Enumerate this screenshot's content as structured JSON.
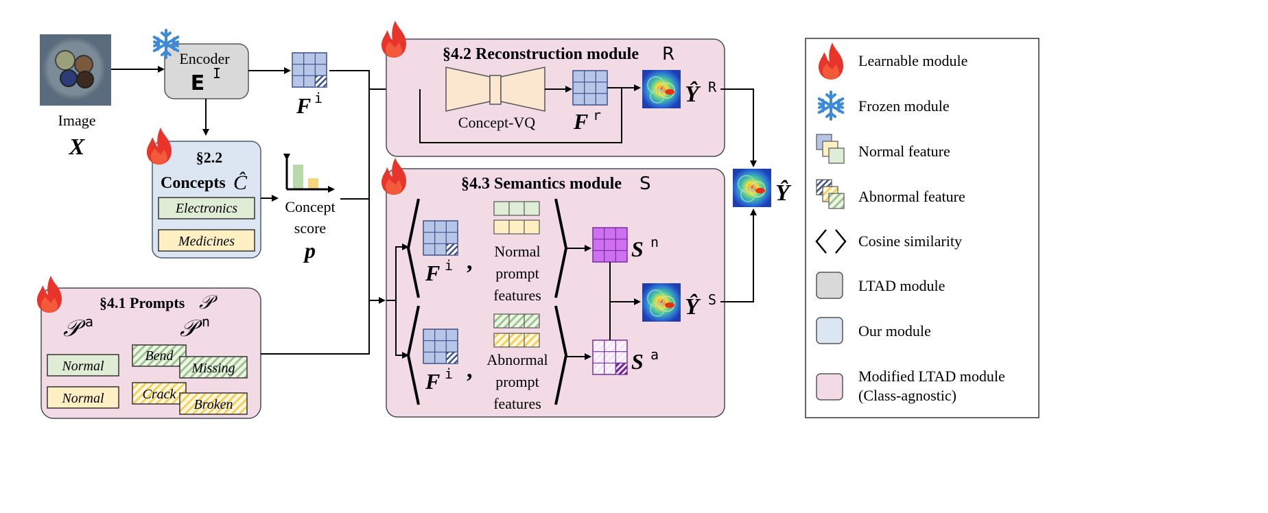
{
  "image": {
    "label": "Image",
    "symbol": "X"
  },
  "encoder": {
    "name": "Encoder",
    "symbol": "E",
    "sup": "I"
  },
  "feature_i": {
    "symbol": "F",
    "sup": "i"
  },
  "concepts": {
    "section": "§2.2",
    "title": "Concepts",
    "symbol": "Ĉ",
    "items": [
      "Electronics",
      "Medicines"
    ]
  },
  "concept_score": {
    "line1": "Concept",
    "line2": "score",
    "symbol": "p"
  },
  "prompts": {
    "title": "§4.1 Prompts",
    "symbol": "𝒫",
    "p_a": {
      "symbol": "𝒫",
      "sup": "a"
    },
    "p_n": {
      "symbol": "𝒫",
      "sup": "n"
    },
    "normal_items": [
      "Normal",
      "Normal"
    ],
    "abnormal_items": [
      "Bend",
      "Missing",
      "Crack",
      "Broken"
    ]
  },
  "reconstruction": {
    "title": "§4.2 Reconstruction module",
    "symbol": "R",
    "vq_label": "Concept-VQ",
    "feat": {
      "symbol": "F",
      "sup": "r"
    },
    "output": {
      "symbol": "Ŷ",
      "sup": "R"
    }
  },
  "semantics": {
    "title": "§4.3 Semantics module",
    "symbol": "S",
    "feat_top": {
      "symbol": "F",
      "sup": "i"
    },
    "feat_bottom": {
      "symbol": "F",
      "sup": "i"
    },
    "comma": ",",
    "normal_prompt": [
      "Normal",
      "prompt",
      "features"
    ],
    "abnormal_prompt": [
      "Abnormal",
      "prompt",
      "features"
    ],
    "s_n": {
      "symbol": "S",
      "sup": "n"
    },
    "s_a": {
      "symbol": "S",
      "sup": "a"
    },
    "output": {
      "symbol": "Ŷ",
      "sup": "S"
    }
  },
  "final_output": {
    "symbol": "Ŷ"
  },
  "legend": [
    {
      "icon": "flame",
      "label": "Learnable module"
    },
    {
      "icon": "snowflake",
      "label": "Frozen module"
    },
    {
      "icon": "normal-feature",
      "label": "Normal feature"
    },
    {
      "icon": "abnormal-feature",
      "label": "Abnormal feature"
    },
    {
      "icon": "cosine",
      "label": "Cosine similarity"
    },
    {
      "icon": "ltad-box",
      "label": "LTAD module"
    },
    {
      "icon": "our-box",
      "label": "Our module"
    },
    {
      "icon": "modified-box",
      "label": "Modified LTAD module",
      "label2": "(Class-agnostic)"
    }
  ],
  "colors": {
    "pink_module": "#f2dbe4",
    "blue_module": "#dce6f2",
    "gray_module": "#d9d9d9",
    "feature_blue": "#b7c6e6",
    "normal_green": "#dfecd6",
    "normal_yellow": "#fff0c4",
    "flame_red": "#e8352b",
    "snow_blue": "#3c8ad8",
    "sn_purple": "#cf70f0",
    "sa_purple": "#e8c9f6"
  }
}
